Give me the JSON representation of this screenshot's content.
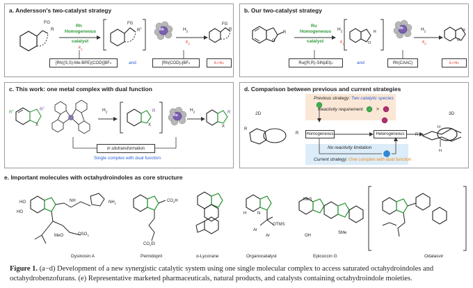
{
  "panel_a": {
    "title": "a. Andersson's two-catalyst strategy",
    "fg": "FG",
    "r": "R",
    "fg_product": "FG",
    "r2": "R",
    "catalyst_line1": "Rh",
    "catalyst_line2": "Homogeneous",
    "catalyst_line3": "catalyst",
    "k1": "k",
    "k1_sub": "1",
    "rh_np": "Rh",
    "h2_1": "H",
    "h2_2": "H",
    "k0": "k",
    "k0_sub": "0",
    "cat1": "[Rh((S,S)-Me-BPE)(COD)]BF",
    "cat1_sub": "4",
    "and": "and",
    "cat2": "[Rh(COD)",
    "cat2_sub": "2",
    "cat2_tail": "]BF",
    "cat2_sub2": "4",
    "rate": "k",
    "rate_sub1": "1",
    "rate_mid": ">k",
    "rate_sub2": "0",
    "fg_final": "FG",
    "r_final": "R"
  },
  "panel_b": {
    "title": "b. Our two-catalyst strategy",
    "o": "O",
    "r": "R",
    "catalyst_line1": "Ru",
    "catalyst_line2": "Homogeneous",
    "catalyst_line3": "catalyst",
    "k1": "k",
    "k1_sub": "1",
    "h2_1": "H",
    "ru_np": "Rh",
    "h2_2": "H",
    "k0": "k",
    "k0_sub": "0",
    "cat1": "Ru((R,R)-SINpEt)",
    "cat1_sub": "2",
    "and": "and",
    "cat2": "Rh(CAAC)",
    "rate": "k",
    "rate_sub1": "1",
    "rate_mid": ">k",
    "rate_sub2": "0",
    "o_int": "O",
    "r_int": "R",
    "o_final": "O",
    "r_final": "R"
  },
  "panel_c": {
    "title": "c. This work: one metal complex with dual function",
    "r1": "R",
    "r1_sup": "1",
    "r2": "R",
    "r2_sup": "2",
    "x": "X",
    "h2_1": "H",
    "r2_int": "R",
    "x_int": "X",
    "ru_np": "Ru",
    "h2_2": "H",
    "r2_final": "R",
    "x_final": "X",
    "in_situ": "in situ",
    "transformation": " transformation",
    "dual": "Single complex with dual function"
  },
  "panel_d": {
    "title": "d. Comparison between previous and current strategies",
    "label_2d": "2D",
    "label_3d": "3D",
    "previous_prefix": "Previous strategy: ",
    "previous_text": "Two catalytic species",
    "reactivity": "Reactivity requirement",
    "gt": ">",
    "homogeneous": "Homogeneous",
    "heterogeneous": "Heterogeneous",
    "no_limitation": "No reactivity limitation",
    "current_prefix": "Current strategy: ",
    "current_text": "One complex with dual function",
    "r1": "R",
    "r2": "R",
    "r3": "R",
    "h1": "H",
    "h2": "H"
  },
  "panel_e": {
    "title": "e. Important molecules with octahydroindoles as core structure",
    "molecules": [
      {
        "name": "Dysinosin A"
      },
      {
        "name": "Perindopril"
      },
      {
        "name": "α-Lycorane"
      },
      {
        "name": "Organocatalyst"
      },
      {
        "name": "Epicoccin G"
      },
      {
        "name": "Odalasvir"
      }
    ],
    "labels": {
      "ho1": "HO",
      "ho2": "HO",
      "meo": "MeO",
      "oso3": "OSO",
      "oso3_sub": "3",
      "nh": "NH",
      "nh2": "NH",
      "nh2_sub": "2",
      "co2h": "CO",
      "co2h_sub": "2",
      "co2h_tail": "H",
      "co2et": "CO",
      "co2et_sub": "2",
      "co2et_tail": "Et",
      "otms": "OTMS",
      "ar1": "Ar",
      "ar2": "Ar",
      "mes": "MeS",
      "sme": "SMe",
      "oh": "OH",
      "nh_small": "N",
      "h": "H"
    }
  },
  "caption": {
    "label": "Figure 1.",
    "text": " (a−d) Development of a new synergistic catalytic system using one single molecular complex to access saturated octahydroindoles and octahydrobenzofurans. (e) Representative marketed pharmaceuticals, natural products, and catalysts containing octahydroindole moieties."
  }
}
